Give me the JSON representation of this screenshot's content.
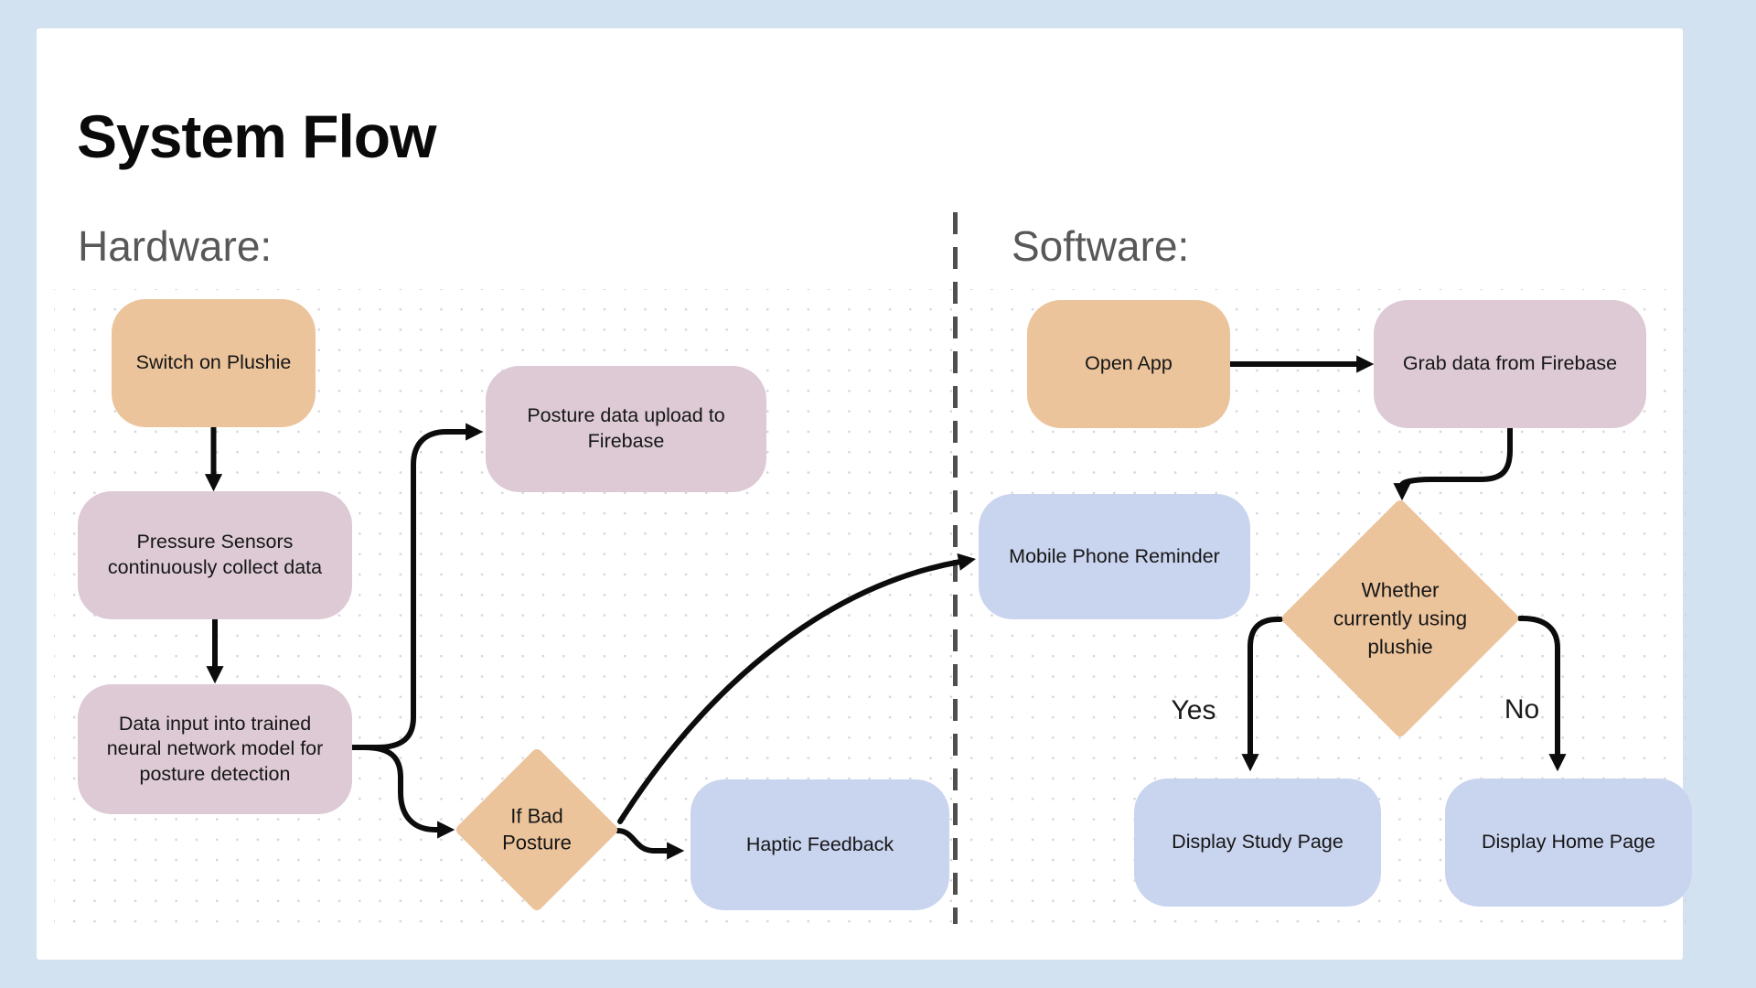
{
  "title": "System Flow",
  "sections": {
    "hardware": "Hardware:",
    "software": "Software:"
  },
  "edges": {
    "yes_label": "Yes",
    "no_label": "No"
  },
  "nodes": {
    "switch_on_plushie": {
      "label": "Switch on Plushie",
      "shape": "rounded-rect",
      "fill": "orange"
    },
    "pressure_sensors": {
      "label": "Pressure Sensors\ncontinuously collect data",
      "shape": "rounded-rect",
      "fill": "pink"
    },
    "data_input": {
      "label": "Data input into trained\nneural network model for\nposture detection",
      "shape": "rounded-rect",
      "fill": "pink"
    },
    "posture_upload": {
      "label": "Posture data upload to\nFirebase",
      "shape": "rounded-rect",
      "fill": "pink"
    },
    "if_bad_posture": {
      "label": "If Bad\nPosture",
      "shape": "diamond",
      "fill": "orange"
    },
    "haptic_feedback": {
      "label": "Haptic Feedback",
      "shape": "rounded-rect",
      "fill": "blue"
    },
    "open_app": {
      "label": "Open App",
      "shape": "rounded-rect",
      "fill": "orange"
    },
    "grab_data": {
      "label": "Grab data from Firebase",
      "shape": "rounded-rect",
      "fill": "pink"
    },
    "mobile_reminder": {
      "label": "Mobile Phone Reminder",
      "shape": "rounded-rect",
      "fill": "blue"
    },
    "whether_using": {
      "label": "Whether\ncurrently using\nplushie",
      "shape": "diamond",
      "fill": "orange"
    },
    "display_study": {
      "label": "Display Study Page",
      "shape": "rounded-rect",
      "fill": "blue"
    },
    "display_home": {
      "label": "Display Home Page",
      "shape": "rounded-rect",
      "fill": "blue"
    }
  },
  "colors": {
    "orange": "#ECC49C",
    "pink": "#DDCAD5",
    "blue": "#C9D4EF",
    "frame": "#D3E2F1",
    "line": "#0C0C0C",
    "divider": "#4F4F4F",
    "heading": "#58585A",
    "dots": "#D3D6DD"
  }
}
